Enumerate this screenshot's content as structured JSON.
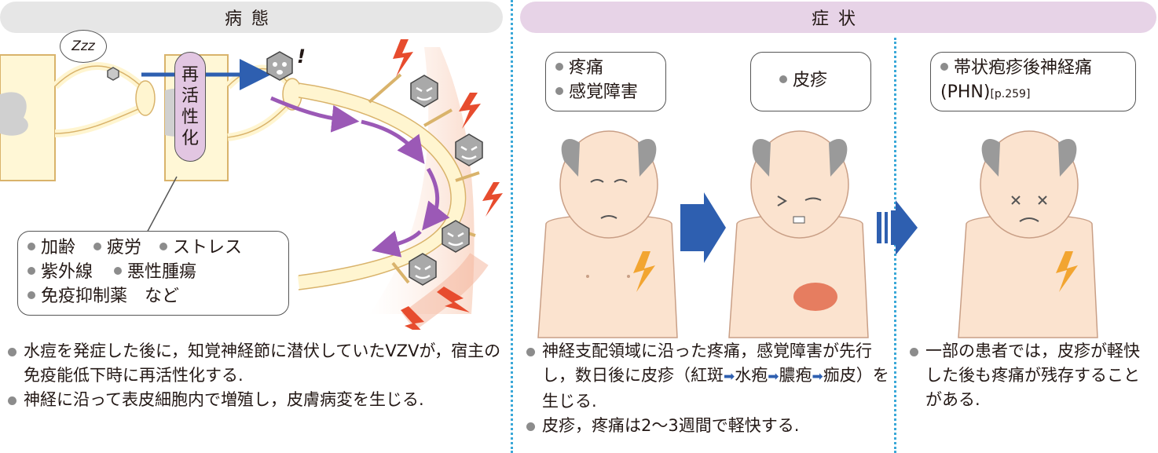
{
  "header_left": "病態",
  "header_right": "症状",
  "reactivation_label": [
    "再",
    "活",
    "性",
    "化"
  ],
  "sleep_label": "Zzz",
  "alert_mark": "!",
  "factors": {
    "lines": [
      [
        "加齢",
        "疲労",
        "ストレス"
      ],
      [
        "紫外線",
        "悪性腫瘍"
      ],
      [
        "免疫抑制薬　など"
      ]
    ]
  },
  "symptom_boxes": {
    "pain": [
      "疼痛",
      "感覚障害"
    ],
    "rash": [
      "皮疹"
    ],
    "phn": {
      "line1": "帯状疱疹後神経痛",
      "line2": "(PHN)",
      "ref": "[p.259]"
    }
  },
  "desc_left": [
    "水痘を発症した後に，知覚神経節に潜伏していたVZVが，宿主の免疫能低下時に再活性化する.",
    "神経に沿って表皮細胞内で増殖し，皮膚病変を生じる."
  ],
  "desc_mid": {
    "item1": {
      "a": "神経支配領域に沿った疼痛，感覚障害が先行し，数日後に皮疹（紅斑",
      "b": "水疱",
      "c": "膿疱",
      "d": "痂皮）を生じる."
    },
    "arrow_glyph": "➡",
    "item2": "皮疹，疼痛は2〜3週間で軽快する."
  },
  "desc_right": [
    "一部の患者では，皮疹が軽快した後も疼痛が残存することがある."
  ],
  "colors": {
    "nerve": "#fff5d0",
    "nerve_outline": "#d9b36b",
    "skin": "#fbe3cf",
    "arrow_blue": "#2e5fb0",
    "arrow_purple": "#9b59b6",
    "lightning_red": "#e74c2e",
    "lightning_orange": "#f2a531",
    "rash": "#e26b4c"
  },
  "icons": [
    "virus-icon",
    "lightning-icon",
    "nerve-ganglion",
    "patient-face",
    "right-arrow-icon"
  ]
}
